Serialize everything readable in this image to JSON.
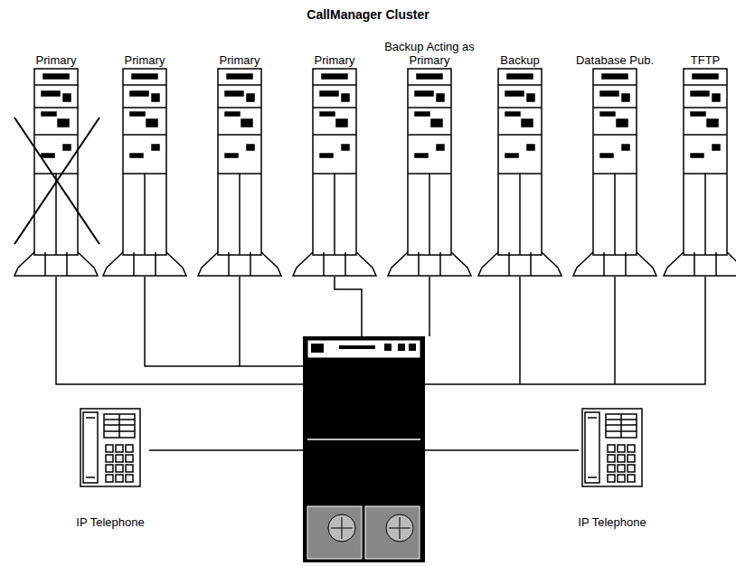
{
  "diagram": {
    "title": "CallManager Cluster",
    "nodes": [
      {
        "text": [
          "Primary"
        ]
      },
      {
        "text": [
          "Primary"
        ]
      },
      {
        "text": [
          "Primary"
        ]
      },
      {
        "text": [
          "Primary"
        ]
      },
      {
        "text": [
          "Backup Acting as Primary"
        ]
      },
      {
        "text": [
          "Backup"
        ]
      },
      {
        "text": [
          "Database Pub."
        ]
      },
      {
        "text": [
          "TFTP"
        ]
      },
      {
        "text": [
          "IP Telephone"
        ]
      },
      {
        "text": [
          "IP Telephone"
        ]
      }
    ]
  }
}
